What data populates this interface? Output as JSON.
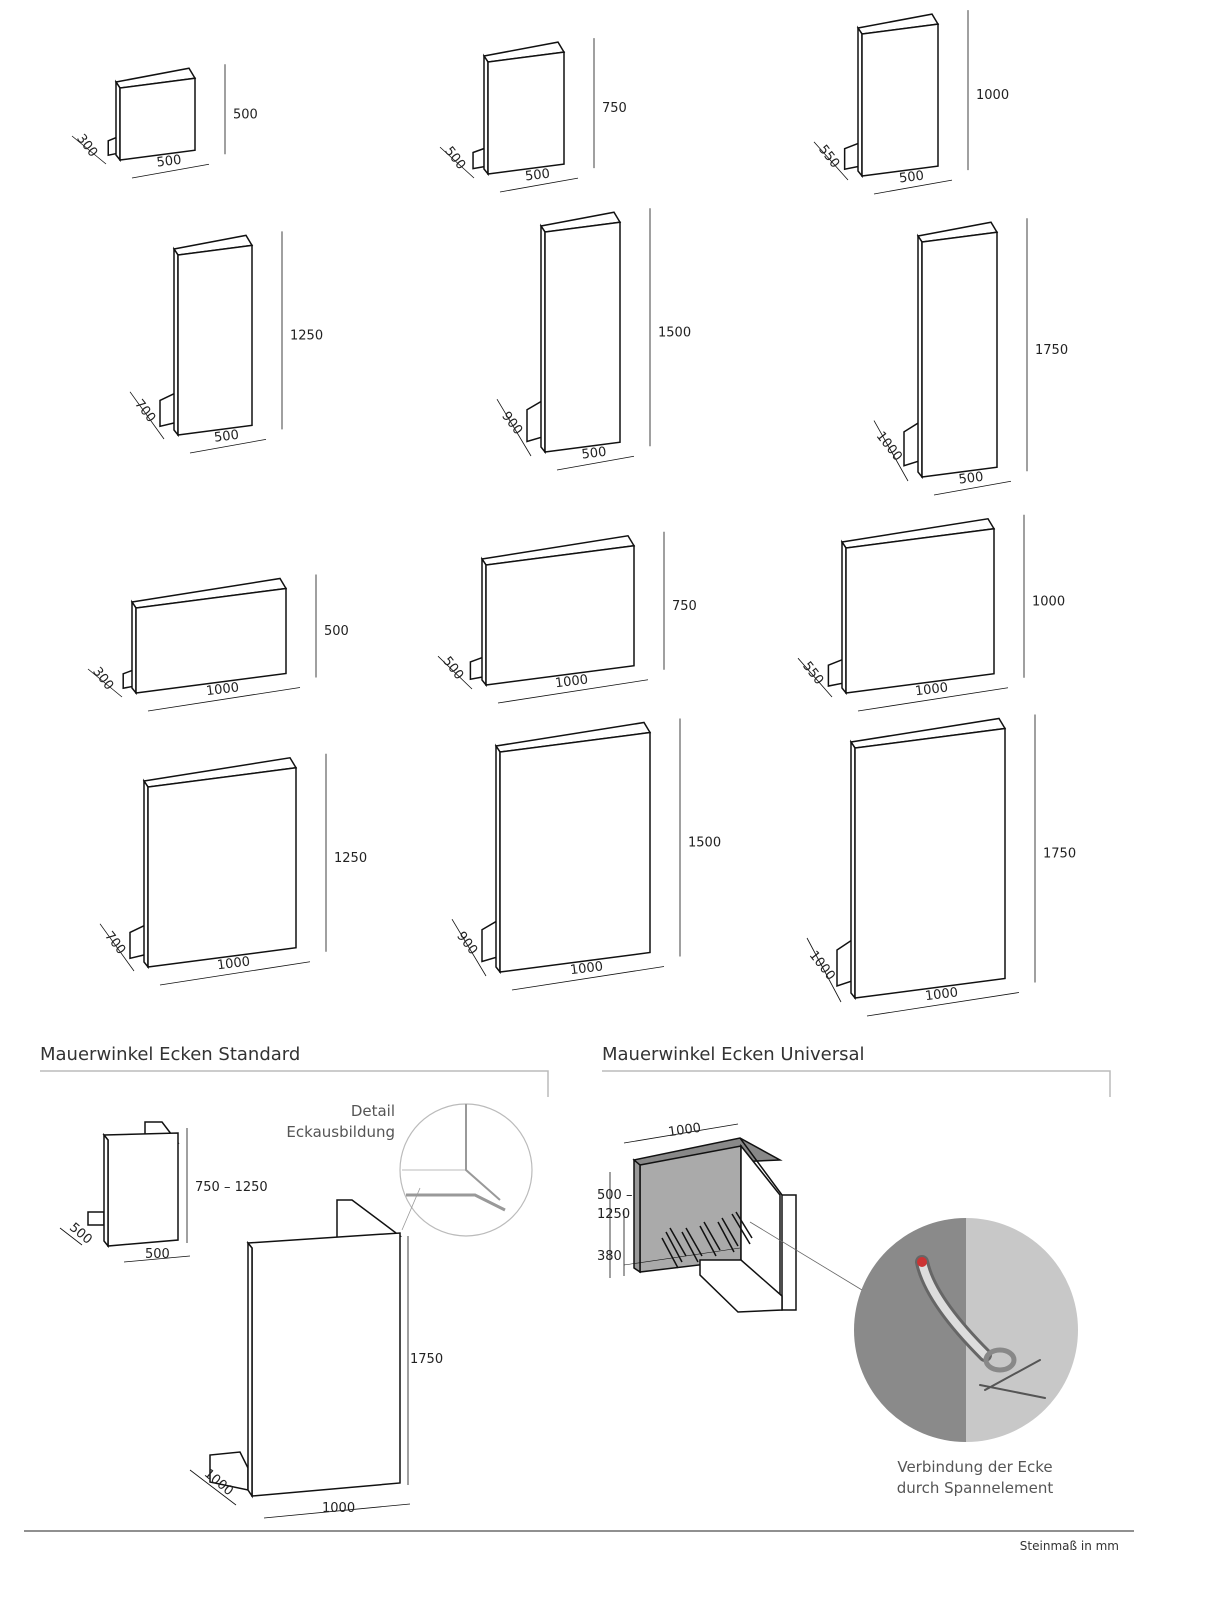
{
  "blocks": [
    {
      "width": "500",
      "height": "500",
      "depth": "300"
    },
    {
      "width": "500",
      "height": "750",
      "depth": "500"
    },
    {
      "width": "500",
      "height": "1000",
      "depth": "550"
    },
    {
      "width": "500",
      "height": "1250",
      "depth": "700"
    },
    {
      "width": "500",
      "height": "1500",
      "depth": "900"
    },
    {
      "width": "500",
      "height": "1750",
      "depth": "1000"
    },
    {
      "width": "1000",
      "height": "500",
      "depth": "300"
    },
    {
      "width": "1000",
      "height": "750",
      "depth": "500"
    },
    {
      "width": "1000",
      "height": "1000",
      "depth": "550"
    },
    {
      "width": "1000",
      "height": "1250",
      "depth": "700"
    },
    {
      "width": "1000",
      "height": "1500",
      "depth": "900"
    },
    {
      "width": "1000",
      "height": "1750",
      "depth": "1000"
    }
  ],
  "standard": {
    "title": "Mauerwinkel Ecken Standard",
    "small": {
      "width": "500",
      "height": "750 – 1250",
      "depth": "500"
    },
    "large": {
      "width": "1000",
      "height": "1750",
      "depth": "1000"
    },
    "detail_line1": "Detail",
    "detail_line2": "Eckausbildung"
  },
  "universal": {
    "title": "Mauerwinkel Ecken Universal",
    "width": "1000",
    "height_line1": "500 –",
    "height_line2": "1250",
    "height_lower": "380",
    "caption_line1": "Verbindung der Ecke",
    "caption_line2": "durch Spannelement",
    "panel_color": "#aaaaaa",
    "detail_dark": "#8a8a8a",
    "detail_light": "#c8c8c8"
  },
  "footer": {
    "unit_note": "Steinmaß in mm"
  }
}
